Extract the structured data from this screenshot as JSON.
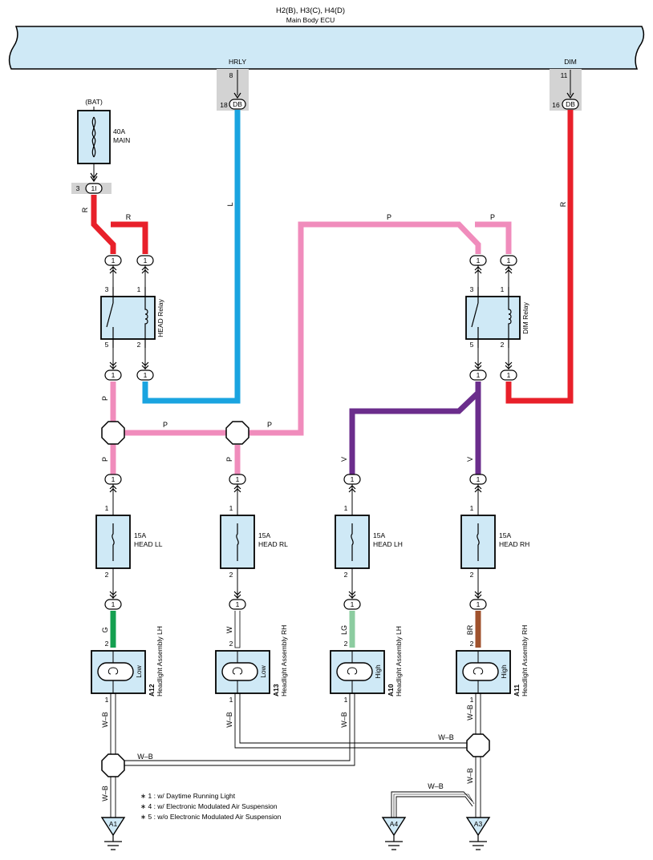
{
  "ecu": {
    "title": "H2(B), H3(C), H4(D)",
    "name": "Main Body ECU",
    "pins": [
      {
        "label": "HRLY",
        "inner_pin": "8",
        "outer_pin": "18",
        "connector": "DB"
      },
      {
        "label": "DIM",
        "inner_pin": "11",
        "outer_pin": "16",
        "connector": "DB"
      }
    ]
  },
  "bat": {
    "label": "(BAT)",
    "fuse_amp": "40A",
    "fuse_name": "MAIN",
    "pin": "3",
    "connector": "1I"
  },
  "wires": {
    "r": "R",
    "l": "L",
    "p": "P",
    "v": "V",
    "g": "G",
    "w": "W",
    "lg": "LG",
    "br": "BR",
    "wb": "W–B",
    "colors": {
      "R": "#e8202a",
      "L": "#1aa4e0",
      "P": "#f08cbc",
      "V": "#6b2d8c",
      "G": "#14a050",
      "LG": "#8ccca0",
      "BR": "#a0522d",
      "W": "#ffffff"
    }
  },
  "relays": {
    "head": {
      "name": "HEAD Relay",
      "pin_tl": "3",
      "pin_tr": "1",
      "pin_bl": "5",
      "pin_br": "2"
    },
    "dim": {
      "name": "DIM Relay",
      "pin_tl": "3",
      "pin_tr": "1",
      "pin_bl": "5",
      "pin_br": "2"
    }
  },
  "connector_pin": "1",
  "fuses": [
    {
      "amp": "15A",
      "name": "HEAD LL",
      "pin_top": "1",
      "pin_bot": "2"
    },
    {
      "amp": "15A",
      "name": "HEAD RL",
      "pin_top": "1",
      "pin_bot": "2"
    },
    {
      "amp": "15A",
      "name": "HEAD LH",
      "pin_top": "1",
      "pin_bot": "2"
    },
    {
      "amp": "15A",
      "name": "HEAD RH",
      "pin_top": "1",
      "pin_bot": "2"
    }
  ],
  "headlights": [
    {
      "code": "A12",
      "name": "Headlight Assembly LH",
      "beam": "Low",
      "pin_top": "2",
      "pin_bot": "1"
    },
    {
      "code": "A13",
      "name": "Headlight Assembly RH",
      "beam": "Low",
      "pin_top": "2",
      "pin_bot": "1"
    },
    {
      "code": "A10",
      "name": "Headlight Assembly LH",
      "beam": "High",
      "pin_top": "2",
      "pin_bot": "1"
    },
    {
      "code": "A11",
      "name": "Headlight Assembly RH",
      "beam": "High",
      "pin_top": "2",
      "pin_bot": "1"
    }
  ],
  "grounds": [
    "A1",
    "A4",
    "A3"
  ],
  "notes": [
    "∗ 1 : w/ Daytime Running Light",
    "∗ 4 : w/ Electronic Modulated Air Suspension",
    "∗ 5 : w/o Electronic Modulated Air Suspension"
  ]
}
